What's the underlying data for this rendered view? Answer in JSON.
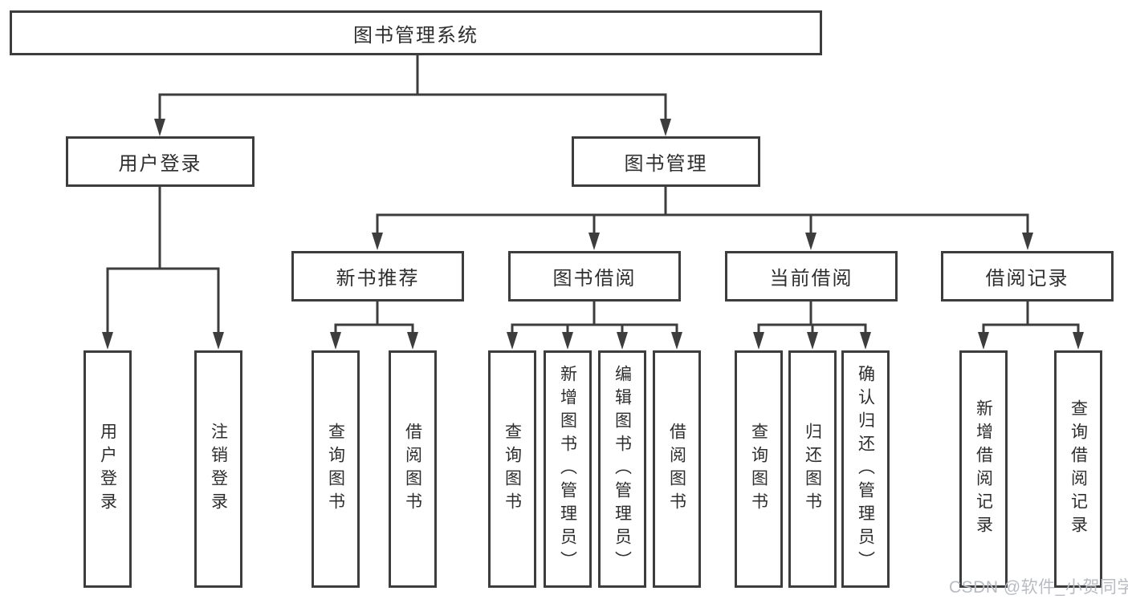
{
  "diagram": {
    "root": {
      "label": "图书管理系统"
    },
    "branches": [
      {
        "label": "用户登录",
        "children": [
          {
            "label": "用户登录"
          },
          {
            "label": "注销登录"
          }
        ]
      },
      {
        "label": "图书管理",
        "sections": [
          {
            "label": "新书推荐",
            "children": [
              {
                "label": "查询图书"
              },
              {
                "label": "借阅图书"
              }
            ]
          },
          {
            "label": "图书借阅",
            "children": [
              {
                "label": "查询图书"
              },
              {
                "label": "新增图书（管理员）"
              },
              {
                "label": "编辑图书（管理员）"
              },
              {
                "label": "借阅图书"
              }
            ]
          },
          {
            "label": "当前借阅",
            "children": [
              {
                "label": "查询图书"
              },
              {
                "label": "归还图书"
              },
              {
                "label": "确认归还（管理员）"
              }
            ]
          },
          {
            "label": "借阅记录",
            "children": [
              {
                "label": "新增借阅记录"
              },
              {
                "label": "查询借阅记录"
              }
            ]
          }
        ]
      }
    ]
  },
  "watermark": {
    "text": "CSDN @软件_小贺同学"
  },
  "colors": {
    "line": "#3d3d3d",
    "box_border": "#3d3d3d",
    "text": "#2e2e2e",
    "watermark": "#b8bcc2",
    "background": "#ffffff"
  }
}
